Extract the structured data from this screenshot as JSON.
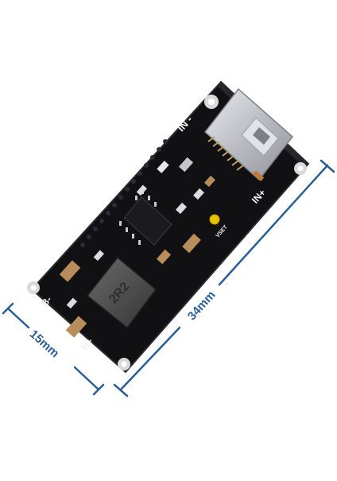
{
  "product": {
    "labels": {
      "in_minus": "IN -",
      "in_plus": "IN+",
      "b_minus": "B-",
      "b_plus": "B+",
      "vset": "VSET",
      "inductor_marking": "2R2"
    }
  },
  "dimensions": {
    "length": "34mm",
    "width": "15mm"
  },
  "colors": {
    "board": "#111114",
    "silkscreen": "#f2f2f2",
    "dimension": "#2a5f95",
    "usb_metal": "#c9ccd1",
    "pad_copper": "#c7a15a",
    "capacitor": "#b98c5c",
    "inductor": "#4a4a4a"
  }
}
